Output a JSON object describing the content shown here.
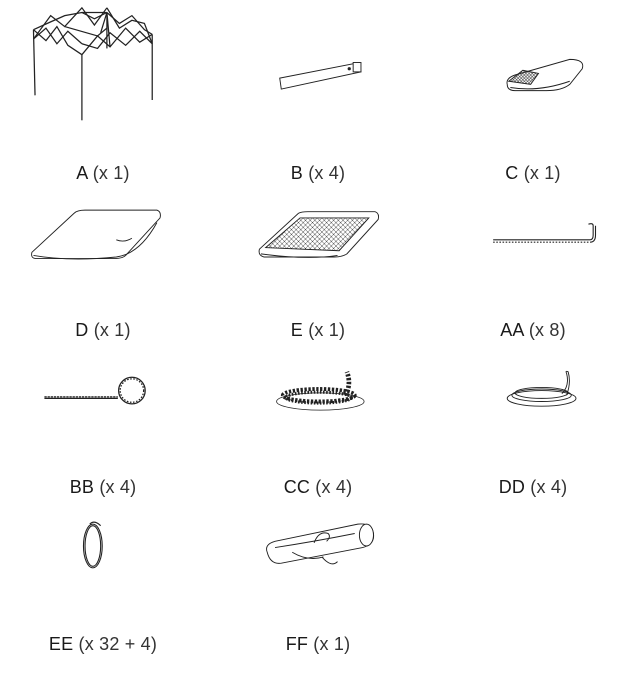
{
  "parts": [
    {
      "code": "A",
      "qty": "(x 1)",
      "icon": "canopy-frame-icon"
    },
    {
      "code": "B",
      "qty": "(x 4)",
      "icon": "leg-bar-icon"
    },
    {
      "code": "C",
      "qty": "(x 1)",
      "icon": "small-folded-panel-icon"
    },
    {
      "code": "D",
      "qty": "(x 1)",
      "icon": "canopy-top-icon"
    },
    {
      "code": "E",
      "qty": "(x 1)",
      "icon": "mesh-panel-icon"
    },
    {
      "code": "AA",
      "qty": "(x 8)",
      "icon": "stake-icon"
    },
    {
      "code": "BB",
      "qty": "(x 4)",
      "icon": "bungee-cord-icon"
    },
    {
      "code": "CC",
      "qty": "(x 4)",
      "icon": "coiled-rope-icon"
    },
    {
      "code": "DD",
      "qty": "(x 4)",
      "icon": "coiled-strap-icon"
    },
    {
      "code": "EE",
      "qty": "(x 32 + 4)",
      "icon": "ring-icon"
    },
    {
      "code": "FF",
      "qty": "(x 1)",
      "icon": "carry-bag-icon"
    }
  ]
}
